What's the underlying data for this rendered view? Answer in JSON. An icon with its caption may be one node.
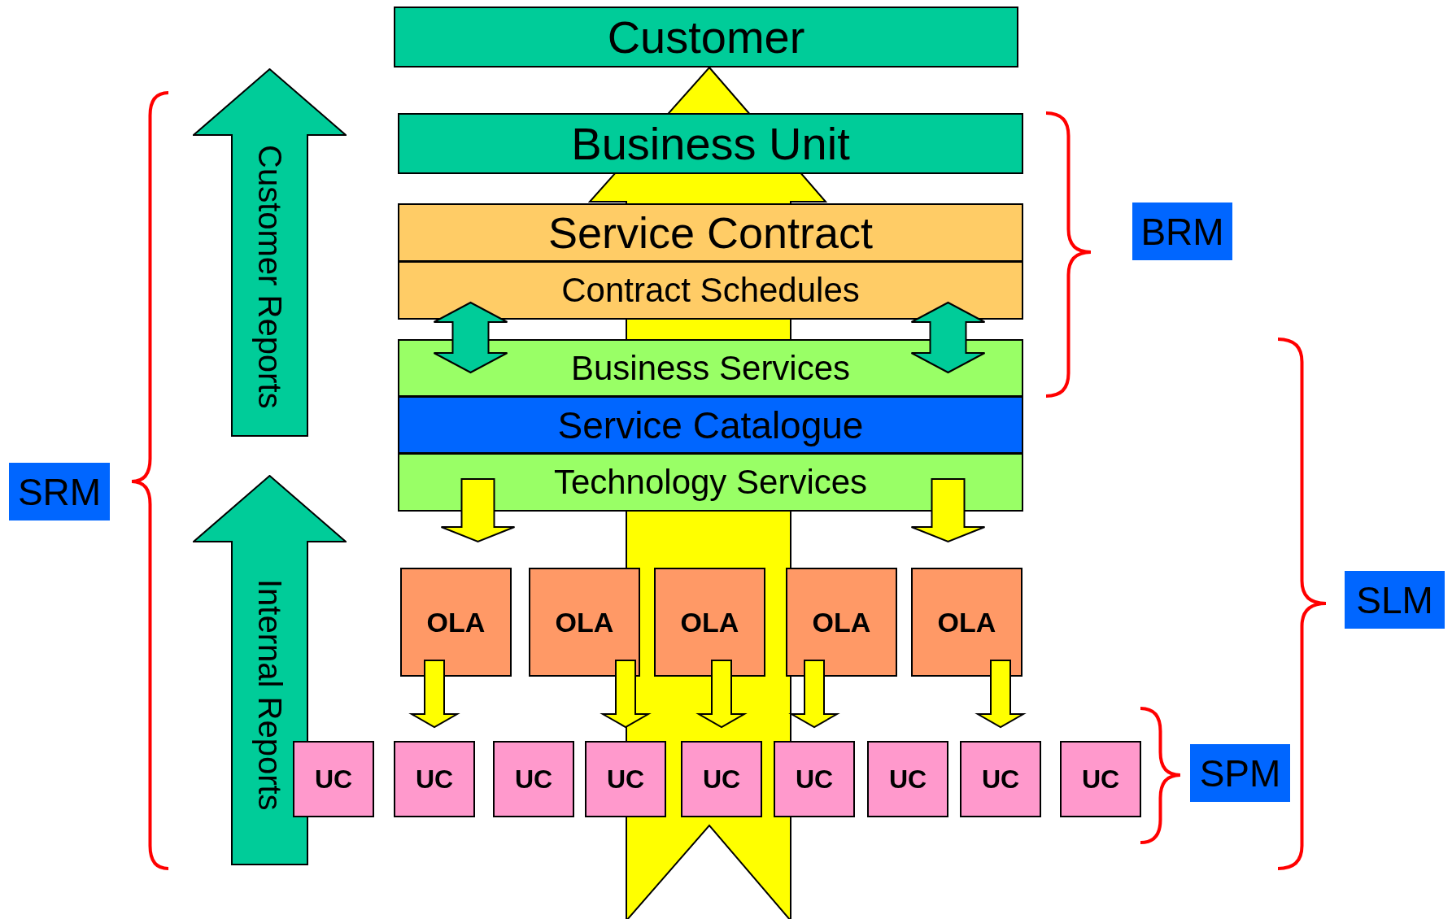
{
  "diagram": {
    "nodes": [
      {
        "text": [
          "Customer"
        ]
      },
      {
        "text": [
          "Customer Reports"
        ]
      },
      {
        "text": [
          "Business Unit"
        ]
      },
      {
        "text": [
          "Service Contract"
        ]
      },
      {
        "text": [
          "Contract Schedules"
        ]
      },
      {
        "text": [
          "BRM"
        ]
      },
      {
        "text": [
          "Business Services"
        ]
      },
      {
        "text": [
          "Service Catalogue"
        ]
      },
      {
        "text": [
          "SRM"
        ]
      },
      {
        "text": [
          "Technology Services"
        ]
      },
      {
        "text": [
          "Internal Reports"
        ]
      },
      {
        "text": [
          "OLA"
        ]
      },
      {
        "text": [
          "OLA"
        ]
      },
      {
        "text": [
          "OLA"
        ]
      },
      {
        "text": [
          "OLA"
        ]
      },
      {
        "text": [
          "OLA"
        ]
      },
      {
        "text": [
          "SLM"
        ]
      },
      {
        "text": [
          "UC"
        ]
      },
      {
        "text": [
          "UC"
        ]
      },
      {
        "text": [
          "UC"
        ]
      },
      {
        "text": [
          "UC"
        ]
      },
      {
        "text": [
          "UC"
        ]
      },
      {
        "text": [
          "UC"
        ]
      },
      {
        "text": [
          "UC"
        ]
      },
      {
        "text": [
          "UC"
        ]
      },
      {
        "text": [
          "UC"
        ]
      },
      {
        "text": [
          "SPM"
        ]
      }
    ],
    "edges": [
      {
        "from": 4,
        "to": 6,
        "arrow": "both",
        "color": "#00cc99"
      },
      {
        "from": 4,
        "to": 6,
        "arrow": "both",
        "color": "#00cc99"
      },
      {
        "from": 9,
        "to": 11,
        "arrow": "to"
      },
      {
        "from": 9,
        "to": 15,
        "arrow": "to"
      },
      {
        "from": 11,
        "to": 18,
        "arrow": "to"
      },
      {
        "from": 12,
        "to": 20,
        "arrow": "to"
      },
      {
        "from": 13,
        "to": 21,
        "arrow": "to"
      },
      {
        "from": 14,
        "to": 22,
        "arrow": "to"
      },
      {
        "from": 15,
        "to": 24,
        "arrow": "to"
      }
    ]
  }
}
